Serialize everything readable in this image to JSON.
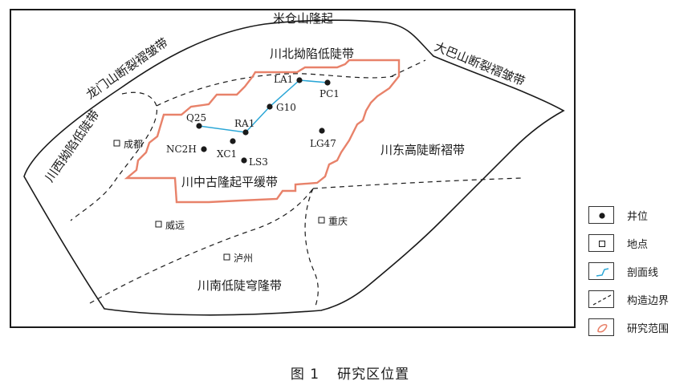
{
  "regions": {
    "micangshan": "米仓山隆起",
    "chuanbei": "川北拗陷低陡带",
    "dabashan": "大巴山断裂褶皱带",
    "longmenshan": "龙门山断裂褶皱带",
    "chuanxi": "川西拗陷低陡带",
    "chuandong": "川东高陡断褶带",
    "chuanzhong": "川中古隆起平缓带",
    "chuannan": "川南低陡穹隆带"
  },
  "wells": [
    {
      "id": "LA1"
    },
    {
      "id": "PC1"
    },
    {
      "id": "G10"
    },
    {
      "id": "Q25"
    },
    {
      "id": "RA1"
    },
    {
      "id": "LG47"
    },
    {
      "id": "NC2H"
    },
    {
      "id": "XC1"
    },
    {
      "id": "LS3"
    }
  ],
  "places": {
    "chengdu": "成都",
    "weiyuan": "威远",
    "chongqing": "重庆",
    "luzhou": "泸州"
  },
  "legend": [
    {
      "key": "well",
      "label": "井位"
    },
    {
      "key": "place",
      "label": "地点"
    },
    {
      "key": "section",
      "label": "剖面线"
    },
    {
      "key": "boundary",
      "label": "构造边界"
    },
    {
      "key": "study",
      "label": "研究范围"
    }
  ],
  "caption": {
    "number": "图 1",
    "title": "研究区位置"
  },
  "colors": {
    "study_area": "#e8826a",
    "section_line": "#2aa6d6",
    "ink": "#1a1a1a"
  }
}
